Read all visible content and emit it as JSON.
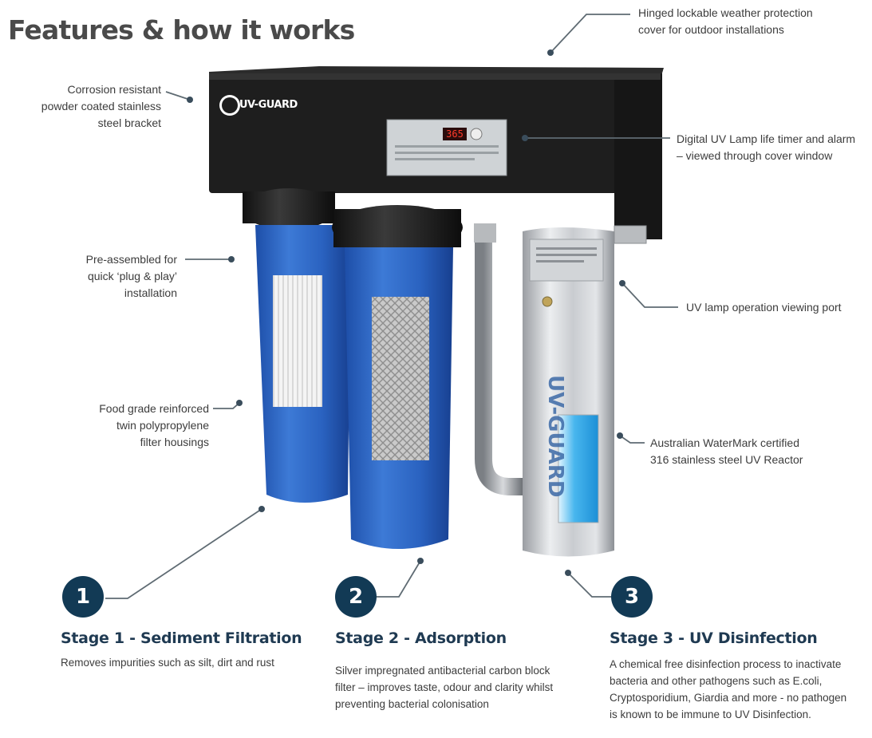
{
  "title": "Features & how it works",
  "brand": {
    "logo_text": "UV-GUARD",
    "timer_display": "365"
  },
  "callouts": {
    "cover": [
      "Hinged lockable weather protection",
      "cover for outdoor installations"
    ],
    "bracket": [
      "Corrosion resistant",
      "powder coated stainless",
      "steel bracket"
    ],
    "timer": [
      "Digital UV Lamp life timer and alarm",
      "– viewed through cover window"
    ],
    "preassembled": [
      "Pre-assembled for",
      "quick ‘plug & play’",
      "installation"
    ],
    "viewing_port": [
      "UV lamp operation viewing port"
    ],
    "housings": [
      "Food grade reinforced",
      "twin polypropylene",
      "filter housings"
    ],
    "reactor": [
      "Australian WaterMark certified",
      "316 stainless steel UV Reactor"
    ]
  },
  "stages": [
    {
      "number": "1",
      "title": "Stage 1 - Sediment Filtration",
      "description": [
        "Removes impurities such as silt, dirt and rust"
      ]
    },
    {
      "number": "2",
      "title": "Stage 2 - Adsorption",
      "description": [
        "Silver impregnated antibacterial carbon block",
        "filter – improves taste, odour and clarity whilst",
        "preventing bacterial colonisation"
      ]
    },
    {
      "number": "3",
      "title": "Stage 3 - UV Disinfection",
      "description": [
        "A chemical free disinfection process to inactivate",
        "bacteria and other pathogens such as E.coli,",
        "Cryptosporidium, Giardia and more - no pathogen",
        "is known to be immune to UV Disinfection."
      ]
    }
  ],
  "colors": {
    "accent": "#123a55",
    "housing_blue": "#2f68c4",
    "cover_black": "#1b1b1b",
    "leader_line": "#5f6b73"
  }
}
